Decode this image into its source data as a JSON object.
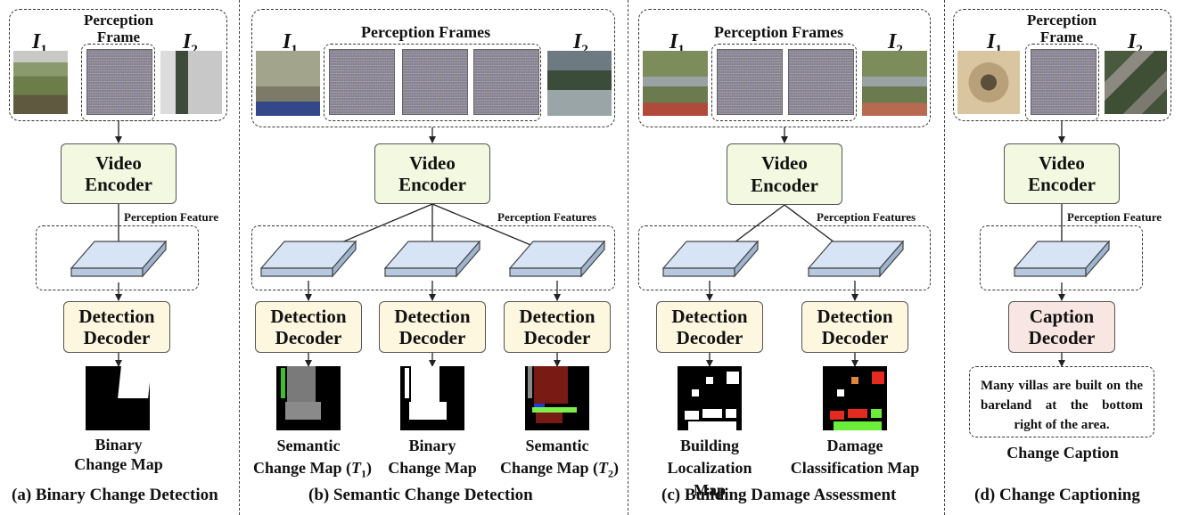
{
  "labels": {
    "i1_main": "I",
    "i1_sub": "1",
    "i2_main": "I",
    "i2_sub": "2",
    "t1_main": "T",
    "t1_sub": "1",
    "t2_main": "T",
    "t2_sub": "2"
  },
  "panel_a": {
    "frame_title": "Perception\nFrame",
    "encoder": "Video\nEncoder",
    "feature_label": "Perception Feature",
    "decoder": "Detection\nDecoder",
    "output_label": "Binary\nChange Map",
    "caption": "(a) Binary Change Detection"
  },
  "panel_b": {
    "frame_title": "Perception Frames",
    "encoder": "Video\nEncoder",
    "feature_label": "Perception Features",
    "decoder": "Detection\nDecoder",
    "output_1_line1": "Semantic",
    "output_1_line2": "Change Map (",
    "output_2_label": "Binary\nChange Map",
    "output_3_line1": "Semantic",
    "output_3_line2": "Change Map (",
    "paren_close": ")",
    "caption": "(b) Semantic Change Detection"
  },
  "panel_c": {
    "frame_title": "Perception Frames",
    "encoder": "Video\nEncoder",
    "feature_label": "Perception Features",
    "decoder": "Detection\nDecoder",
    "output_1_label": "Building\nLocalization Map",
    "output_2_label": "Damage\nClassification Map",
    "caption": "(c) Building Damage Assessment"
  },
  "panel_d": {
    "frame_title": "Perception\nFrame",
    "encoder": "Video\nEncoder",
    "feature_label": "Perception Feature",
    "decoder": "Caption\nDecoder",
    "caption_text": "Many villas are built on the bareland at the bottom right of the area.",
    "output_label": "Change Caption",
    "caption": "(d) Change Captioning"
  },
  "colors": {
    "encoder_fill": "#f2f9e0",
    "decoder_fill": "#fdf7e0",
    "caption_decoder_fill": "#f8e6e2",
    "feature_fill": "#d6e4f5"
  }
}
